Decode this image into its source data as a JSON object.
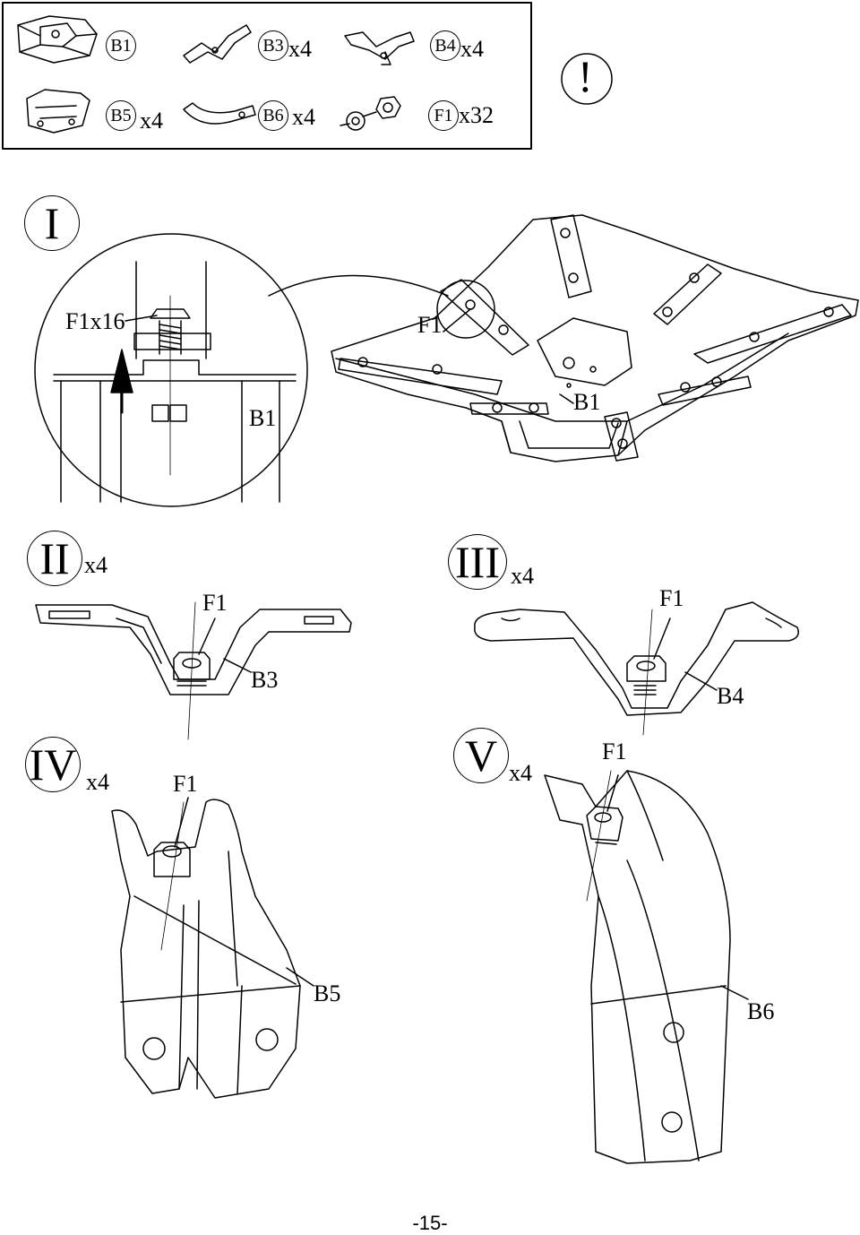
{
  "parts_box": {
    "items": [
      {
        "code": "B1",
        "qty": ""
      },
      {
        "code": "B3",
        "qty": "x4"
      },
      {
        "code": "B4",
        "qty": "x4"
      },
      {
        "code": "B5",
        "qty": "x4"
      },
      {
        "code": "B6",
        "qty": "x4"
      },
      {
        "code": "F1",
        "qty": "x32"
      }
    ]
  },
  "caution_mark": "!",
  "step1": {
    "numeral": "I",
    "detail_fastener": "F1x16",
    "detail_part": "B1",
    "main_fastener": "F1",
    "main_part": "B1"
  },
  "step2": {
    "numeral": "II",
    "qty": "x4",
    "fastener": "F1",
    "part": "B3"
  },
  "step3": {
    "numeral": "III",
    "qty": "x4",
    "fastener": "F1",
    "part": "B4"
  },
  "step4": {
    "numeral": "IV",
    "qty": "x4",
    "fastener": "F1",
    "part": "B5"
  },
  "step5": {
    "numeral": "V",
    "qty": "x4",
    "fastener": "F1",
    "part": "B6"
  },
  "page_number": "-15-",
  "colors": {
    "ink": "#000000",
    "paper": "#ffffff"
  }
}
